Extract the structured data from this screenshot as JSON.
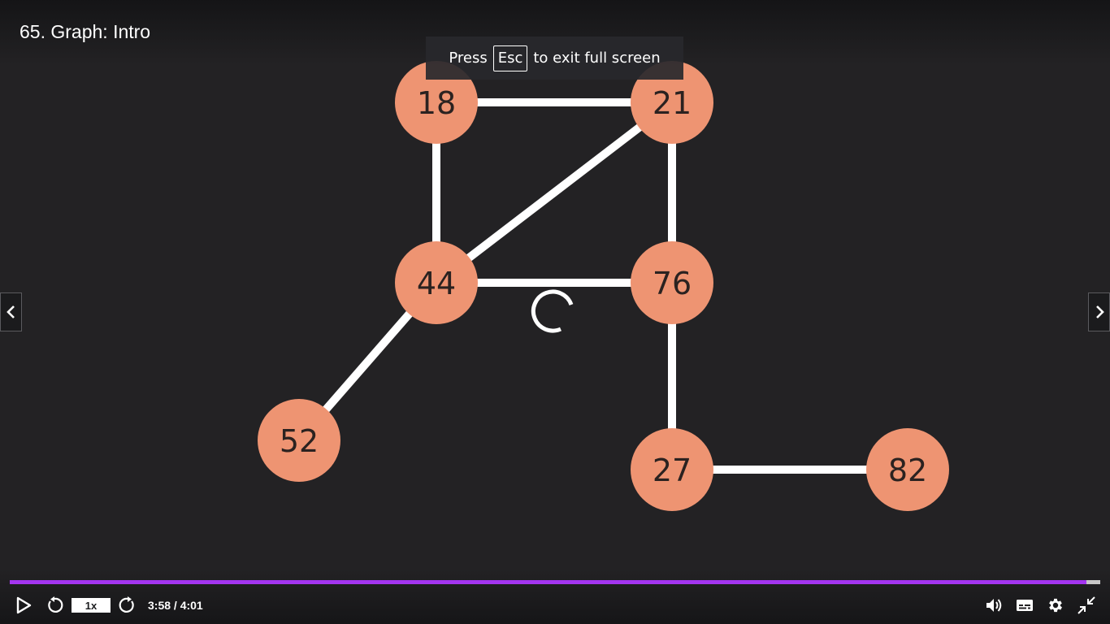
{
  "lecture": {
    "title": "65. Graph: Intro"
  },
  "fullscreen_notice": {
    "before": "Press",
    "key": "Esc",
    "after": "to exit full screen"
  },
  "graph": {
    "node_color": "#ee9472",
    "edge_color": "#ffffff",
    "nodes": [
      "18",
      "21",
      "44",
      "76",
      "52",
      "27",
      "82"
    ],
    "edges": [
      [
        "18",
        "21"
      ],
      [
        "18",
        "44"
      ],
      [
        "21",
        "44"
      ],
      [
        "21",
        "76"
      ],
      [
        "44",
        "76"
      ],
      [
        "44",
        "52"
      ],
      [
        "76",
        "27"
      ],
      [
        "27",
        "82"
      ]
    ]
  },
  "player": {
    "progress_fraction": 0.987,
    "progress_color": "#a435f0",
    "speed_label": "1x",
    "time_label": "3:58 / 4:01",
    "icons": [
      "play-icon",
      "rewind-icon",
      "forward-icon",
      "volume-icon",
      "captions-icon",
      "settings-icon",
      "exit-fullscreen-icon",
      "loading-spinner-icon"
    ]
  }
}
